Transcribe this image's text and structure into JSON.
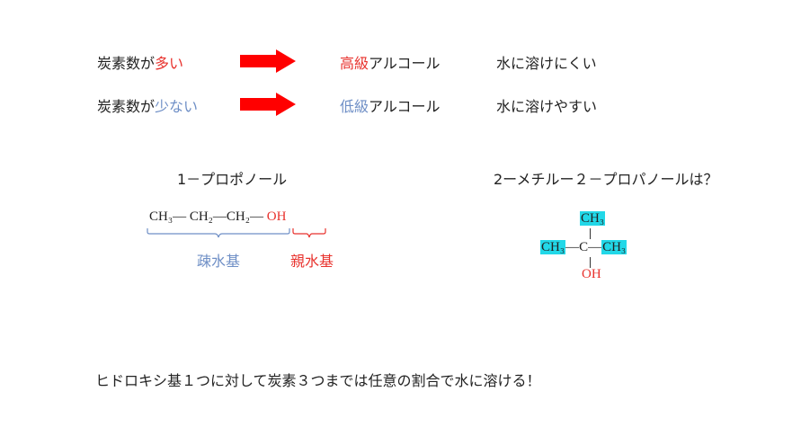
{
  "row1": {
    "subject_prefix": "炭素数が",
    "subject_highlight": "多い",
    "result_highlight": "高級",
    "result_suffix": "アルコール",
    "property": "水に溶けにくい"
  },
  "row2": {
    "subject_prefix": "炭素数が",
    "subject_highlight": "少ない",
    "result_highlight": "低級",
    "result_suffix": "アルコール",
    "property": "水に溶けやすい"
  },
  "propanol": {
    "title": "1－プロポノール",
    "ch3": "CH₃",
    "ch2a": "CH₂",
    "ch2b": "CH₂",
    "bond": "—",
    "oh": "OH",
    "hydrophobic_label": "疎水基",
    "hydrophilic_label": "親水基"
  },
  "methylpropanol": {
    "title": "2ーメチルー２－プロパノールは？",
    "top": "CH₃",
    "left": "CH₃",
    "center": "C",
    "right": "CH₃",
    "bottom": "OH",
    "dash": "—"
  },
  "conclusion": "ヒドロキシ基１つに対して炭素３つまでは任意の割合で水に溶ける！",
  "colors": {
    "accent_red": "#e8322d",
    "accent_blue": "#6f8fc6",
    "highlight_cyan": "#22d8e8",
    "arrow_red": "#ff0000"
  }
}
